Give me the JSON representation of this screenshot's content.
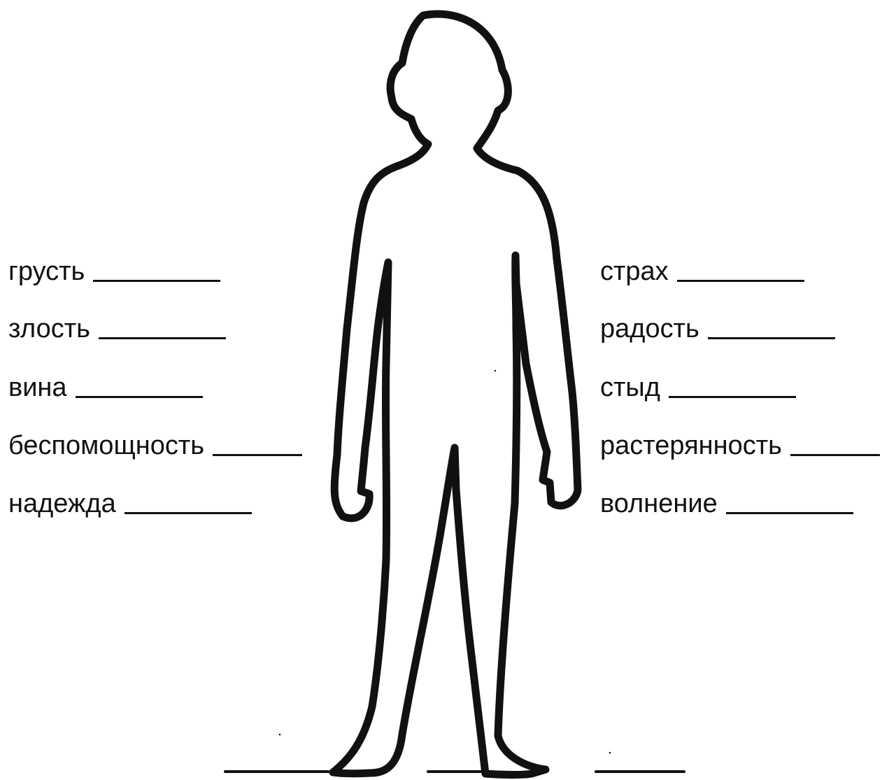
{
  "worksheet": {
    "left_column": [
      {
        "label": "грусть"
      },
      {
        "label": "злость"
      },
      {
        "label": "вина"
      },
      {
        "label": "беспомощность"
      },
      {
        "label": "надежда"
      }
    ],
    "right_column": [
      {
        "label": "страх"
      },
      {
        "label": "радость"
      },
      {
        "label": "стыд"
      },
      {
        "label": "растерянность"
      },
      {
        "label": "волнение"
      }
    ]
  },
  "colors": {
    "ink": "#111111",
    "paper": "#ffffff"
  },
  "icons": {
    "figure": "human-body-outline-icon"
  }
}
